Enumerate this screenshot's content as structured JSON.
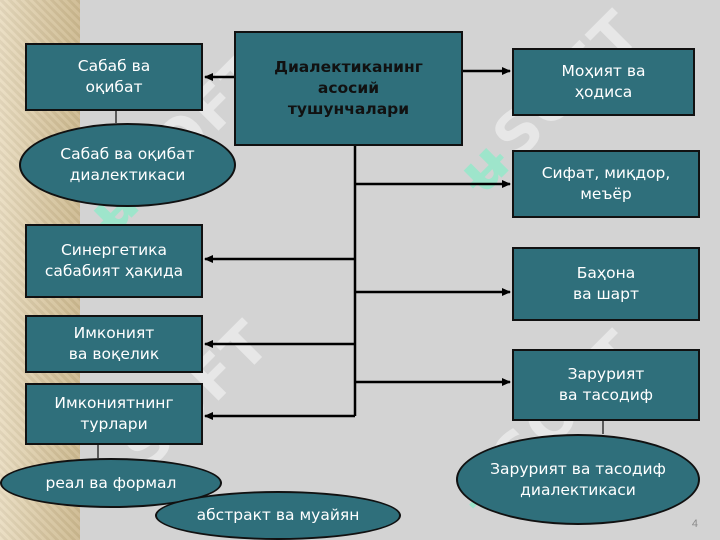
{
  "diagram": {
    "center": "Диалектиканинг\nасосий\nтушунчалари",
    "left": [
      "Сабаб ва\nоқибат",
      "Синергетика\nсабабият ҳақида",
      "Имконият\nва воқелик",
      "Имкониятнинг\nтурлари"
    ],
    "right": [
      "Моҳият ва\nҳодиса",
      "Сифат, миқдор,\nмеъёр",
      "Баҳона\nва шарт",
      "Зарурият\nва тасодиф"
    ],
    "ellipses": {
      "cause_dialectics": "Сабаб ва оқибат\nдиалектикаси",
      "real_formal": "реал ва формал",
      "abstract_concrete": "абстракт ва муайян",
      "necessity_dialectics": "Зарурият ва тасодиф\nдиалектикаси"
    }
  },
  "watermark": "SOFT",
  "page_number": "4",
  "colors": {
    "box_fill": "#2f6f7b",
    "background": "#d3d3d3",
    "border": "#111111"
  }
}
